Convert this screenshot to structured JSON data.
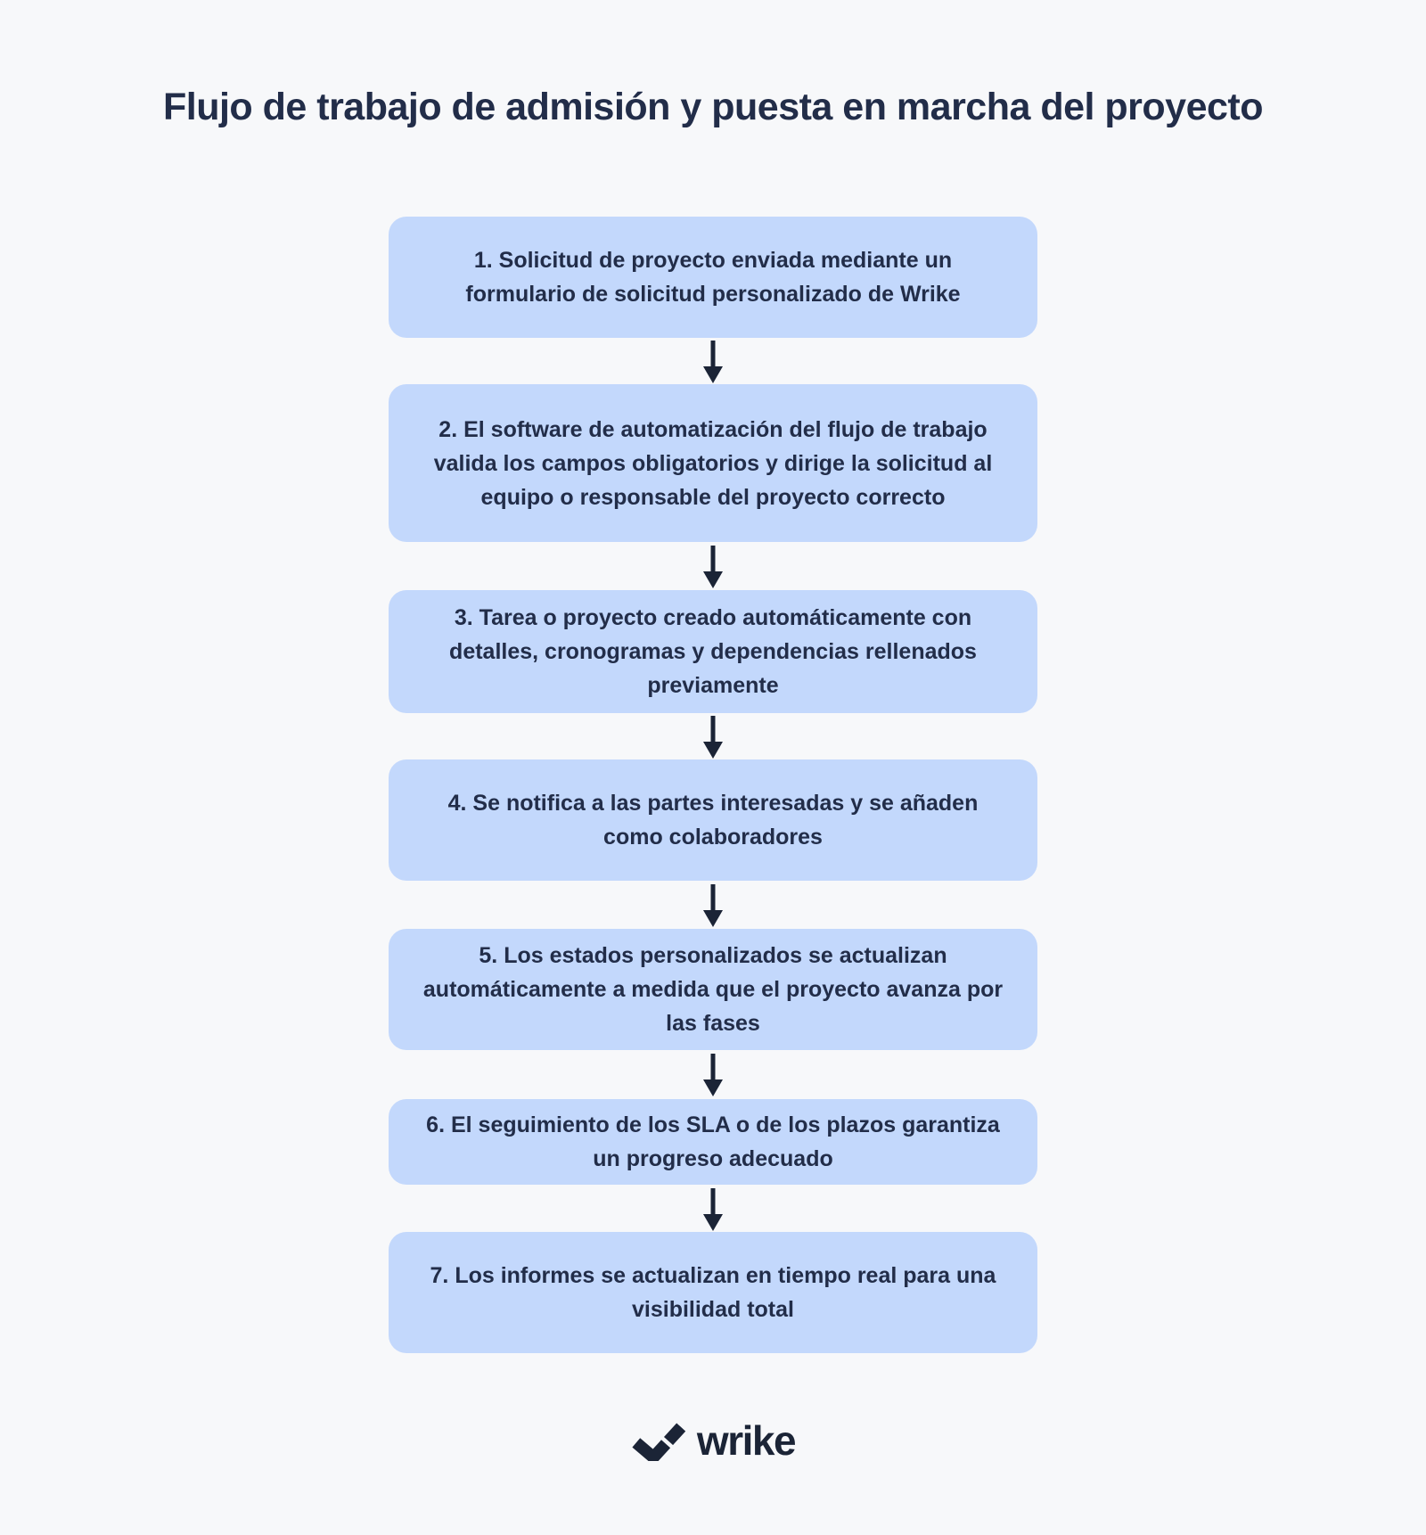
{
  "page": {
    "title": "Flujo de trabajo de admisión y puesta en marcha del proyecto"
  },
  "flow": {
    "steps": [
      {
        "label": "1. Solicitud de proyecto enviada mediante un formulario de solicitud personalizado de Wrike"
      },
      {
        "label": "2. El software de automatización del flujo de trabajo valida los campos obligatorios y dirige la solicitud al equipo o responsable del proyecto correcto"
      },
      {
        "label": "3. Tarea o proyecto creado automáticamente con detalles, cronogramas y dependencias rellenados previamente"
      },
      {
        "label": "4. Se notifica a las partes interesadas y se añaden como colaboradores"
      },
      {
        "label": "5. Los estados personalizados se actualizan automáticamente a medida que el proyecto avanza por las fases"
      },
      {
        "label": "6. El seguimiento de los SLA o de los plazos garantiza un progreso adecuado"
      },
      {
        "label": "7. Los informes se actualizan en tiempo real para una visibilidad total"
      }
    ]
  },
  "footer": {
    "brand": "wrike",
    "logo_icon": "wrike-double-check-icon"
  },
  "colors": {
    "background": "#f7f8fa",
    "box_fill": "#c3d8fc",
    "text_navy": "#222d49",
    "arrow_dark": "#1b2436"
  }
}
